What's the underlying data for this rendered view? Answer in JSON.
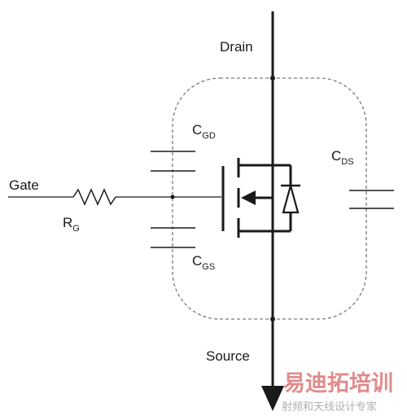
{
  "labels": {
    "drain": "Drain",
    "gate": "Gate",
    "source": "Source",
    "rg_main": "R",
    "rg_sub": "G",
    "cgd_main": "C",
    "cgd_sub": "GD",
    "cgs_main": "C",
    "cgs_sub": "GS",
    "cds_main": "C",
    "cds_sub": "DS"
  },
  "watermark": {
    "title": "易迪拓培训",
    "subtitle": "射频和天线设计专家"
  },
  "colors": {
    "line": "#1a1a1a",
    "dashed": "#7a7a7a",
    "watermark_title": "#e08b8b",
    "watermark_subtitle": "#b0b0b0"
  }
}
